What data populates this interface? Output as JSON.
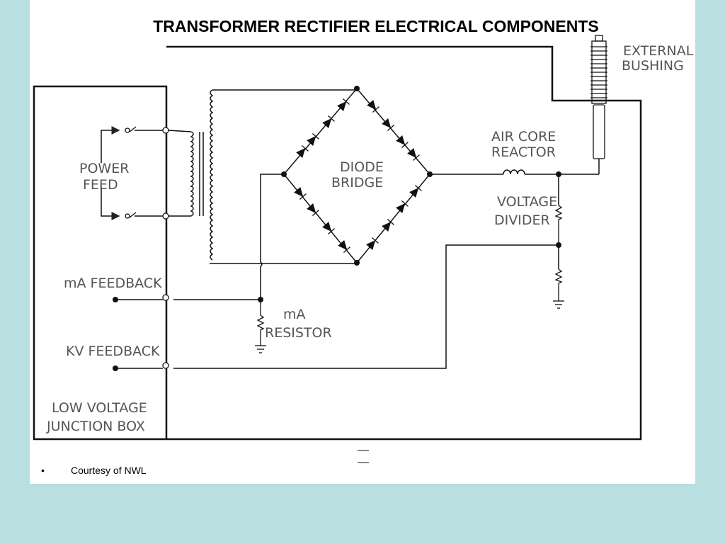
{
  "title": "TRANSFORMER RECTIFIER ELECTRICAL COMPONENTS",
  "labels": {
    "external_bushing": [
      "EXTERNAL",
      "BUSHING"
    ],
    "power_feed": [
      "POWER",
      "FEED"
    ],
    "diode_bridge": [
      "DIODE",
      "BRIDGE"
    ],
    "air_core_reactor": [
      "AIR CORE",
      "REACTOR"
    ],
    "voltage_divider": [
      "VOLTAGE",
      "DIVIDER"
    ],
    "ma_feedback": "mA FEEDBACK",
    "ma_resistor": [
      "mA",
      "RESISTOR"
    ],
    "kv_feedback": "KV FEEDBACK",
    "low_voltage_junction_box": [
      "LOW VOLTAGE",
      "JUNCTION BOX"
    ]
  },
  "caption": {
    "bullet": "•",
    "text": "Courtesy of NWL"
  }
}
